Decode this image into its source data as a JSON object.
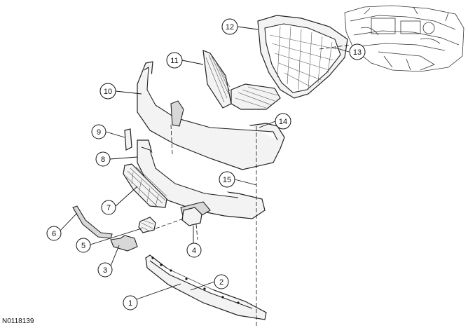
{
  "figure_id": "N0118139",
  "callouts": [
    {
      "id": "callout-1",
      "label": "1"
    },
    {
      "id": "callout-2",
      "label": "2"
    },
    {
      "id": "callout-3",
      "label": "3"
    },
    {
      "id": "callout-4",
      "label": "4"
    },
    {
      "id": "callout-5",
      "label": "5"
    },
    {
      "id": "callout-6",
      "label": "6"
    },
    {
      "id": "callout-7",
      "label": "7"
    },
    {
      "id": "callout-8",
      "label": "8"
    },
    {
      "id": "callout-9",
      "label": "9"
    },
    {
      "id": "callout-10",
      "label": "10"
    },
    {
      "id": "callout-11",
      "label": "11"
    },
    {
      "id": "callout-12",
      "label": "12"
    },
    {
      "id": "callout-13",
      "label": "13"
    },
    {
      "id": "callout-14",
      "label": "14"
    },
    {
      "id": "callout-15",
      "label": "15"
    }
  ]
}
